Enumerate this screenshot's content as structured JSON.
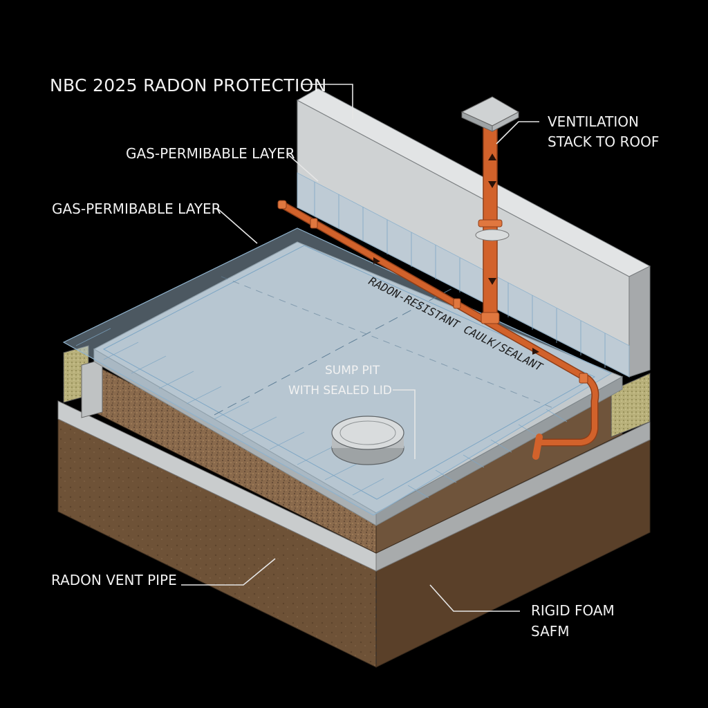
{
  "title": "NBC 2025 RADON PROTECTION",
  "labels": {
    "gas_layer_wall": "GAS-PERMIBABLE LAYER",
    "gas_layer_slab": "GAS-PERMIBABLE LAYER",
    "ventilation_1": "VENTILATION",
    "ventilation_2": "STACK TO ROOF",
    "caulk": "RADON-RESISTANT CAULK/SEALANT",
    "sump_1": "SUMP PIT",
    "sump_2": "WITH SEALED LID",
    "vent_pipe": "RADON VENT PIPE",
    "foam_1": "RIGID FOAM",
    "foam_2": "SAFM"
  },
  "colors": {
    "background": "#000000",
    "pipe": "#d2622b",
    "concrete": "#c9cccd",
    "membrane": "#a9c3d6",
    "gravel": "#8a6a4c",
    "soil": "#6e5237"
  }
}
